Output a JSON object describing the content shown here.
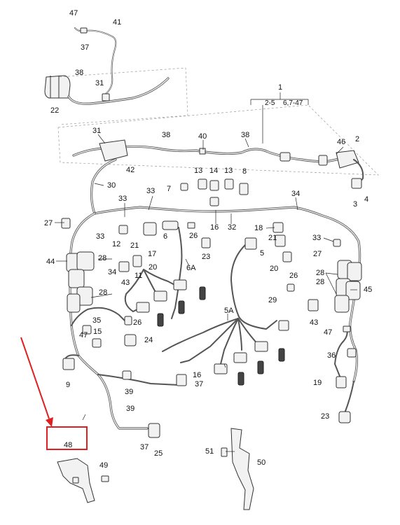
{
  "labels": {
    "l47a": "47",
    "l37a": "37",
    "l41": "41",
    "l38a": "38",
    "l31a": "31",
    "l22": "22",
    "l1": "1",
    "l25r": "2-5",
    "l647": "6,7-47",
    "l31b": "31",
    "l38b": "38",
    "l40": "40",
    "l38c": "38",
    "l46": "46",
    "l2": "2",
    "l42": "42",
    "l3": "3",
    "l4": "4",
    "l30": "30",
    "l13a": "13",
    "l14": "14",
    "l13b": "13",
    "l8": "8",
    "l7": "7",
    "l33a": "33",
    "l33b": "33",
    "l34a": "34",
    "l27a": "27",
    "l33c": "33",
    "l16a": "16",
    "l32": "32",
    "l18": "18",
    "l33d": "33",
    "l12": "12",
    "l6": "6",
    "l26a": "26",
    "l23a": "23",
    "l5": "5",
    "l21a": "21",
    "l27b": "27",
    "l17": "17",
    "l44": "44",
    "l28a": "28",
    "l20a": "20",
    "l21b": "21",
    "l20b": "20",
    "l26b": "26",
    "l6A": "6A",
    "l34b": "34",
    "l11": "11",
    "l28b": "28",
    "l43a": "43",
    "l28c": "28",
    "l45": "45",
    "l28d": "28",
    "l29": "29",
    "l35": "35",
    "l26c": "26",
    "l5A": "5A",
    "l43b": "43",
    "l15": "15",
    "l47b": "47",
    "l24": "24",
    "l47c": "47",
    "l36": "36",
    "l9": "9",
    "l16b": "16",
    "l39a": "39",
    "l37b": "37",
    "l19": "19",
    "l39b": "39",
    "l23b": "23",
    "l37c": "37",
    "l25": "25",
    "l48": "48",
    "l51": "51",
    "l49": "49",
    "l50": "50"
  }
}
